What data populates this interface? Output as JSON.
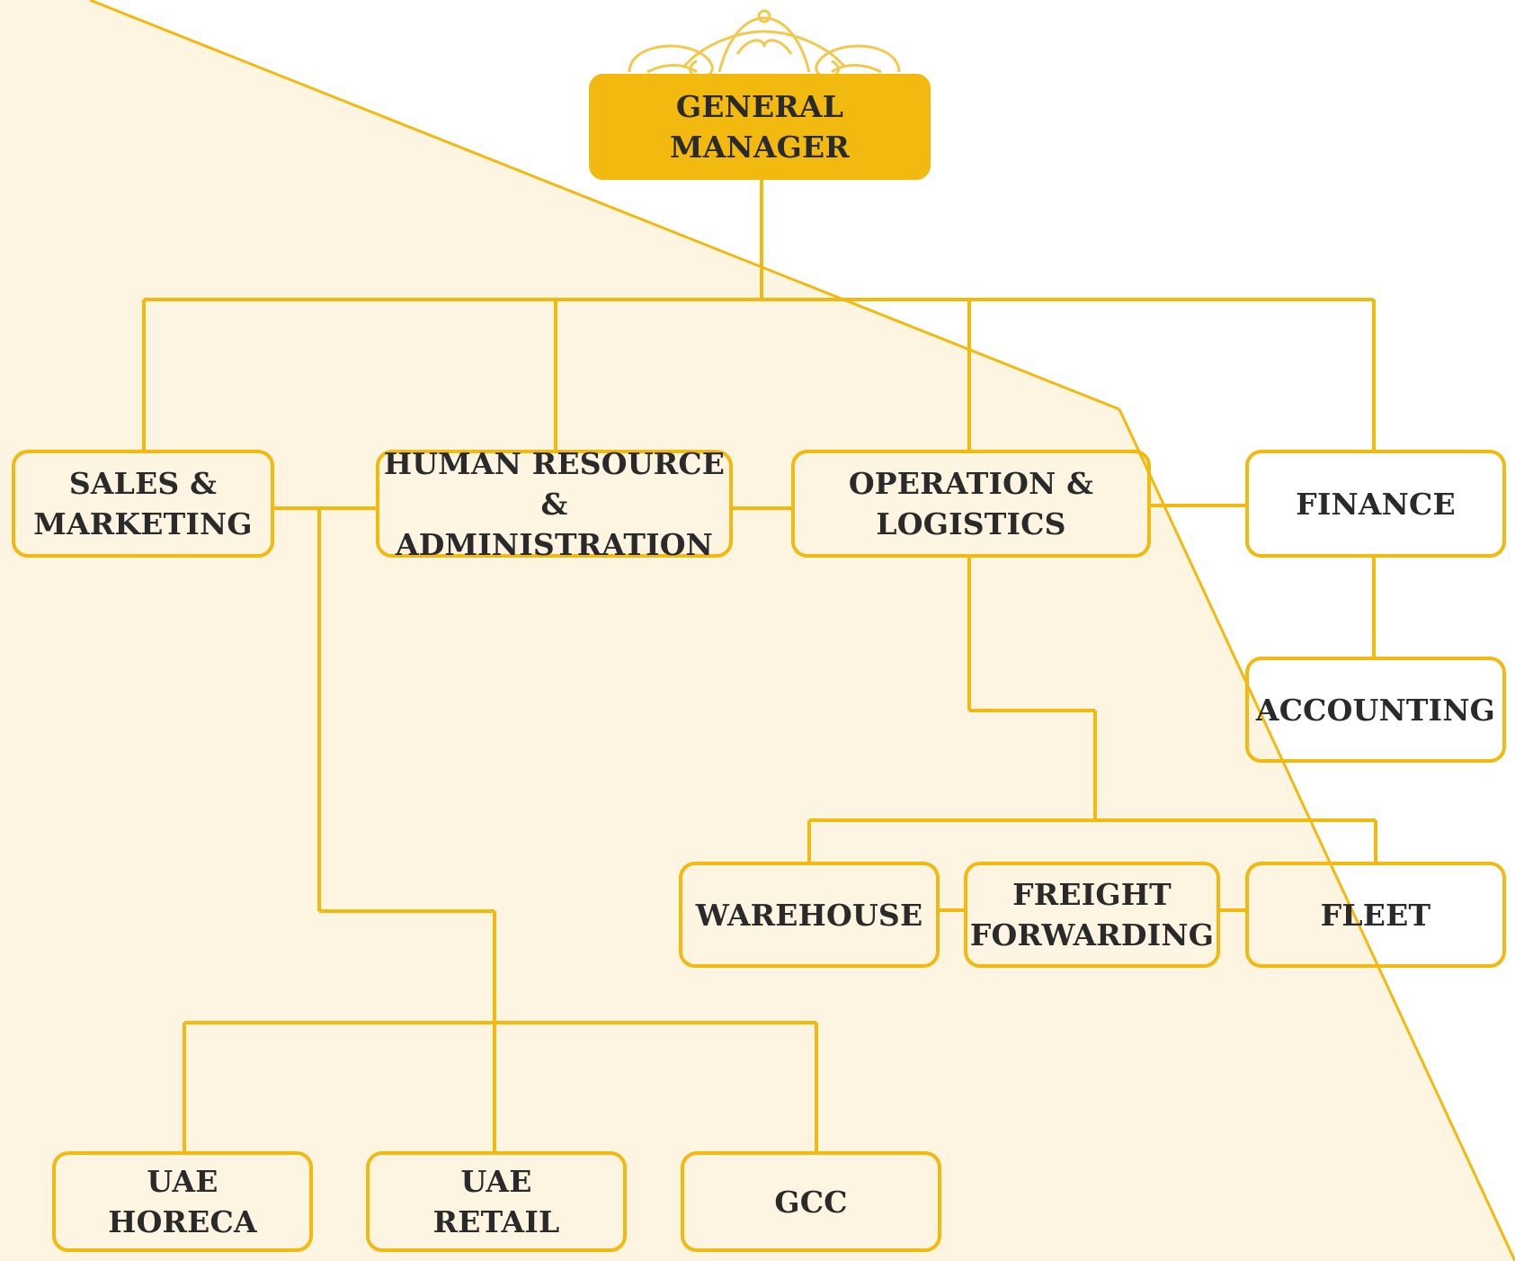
{
  "colors": {
    "accent": "#f2b90f",
    "background_tint": "#fdf4e2",
    "text": "#2a2a2a"
  },
  "ornament": "flourish-ornament",
  "nodes": {
    "general_manager": "GENERAL\nMANAGER",
    "sales_marketing": "SALES &\nMARKETING",
    "human_resource": "HUMAN RESOURCE\n& ADMINISTRATION",
    "operation_logistics": "OPERATION &\nLOGISTICS",
    "finance": "FINANCE",
    "accounting": "ACCOUNTING",
    "warehouse": "WAREHOUSE",
    "freight_forwarding": "FREIGHT\nFORWARDING",
    "fleet": "FLEET",
    "uae_horeca": "UAE\nHORECA",
    "uae_retail": "UAE\nRETAIL",
    "gcc": "GCC"
  }
}
